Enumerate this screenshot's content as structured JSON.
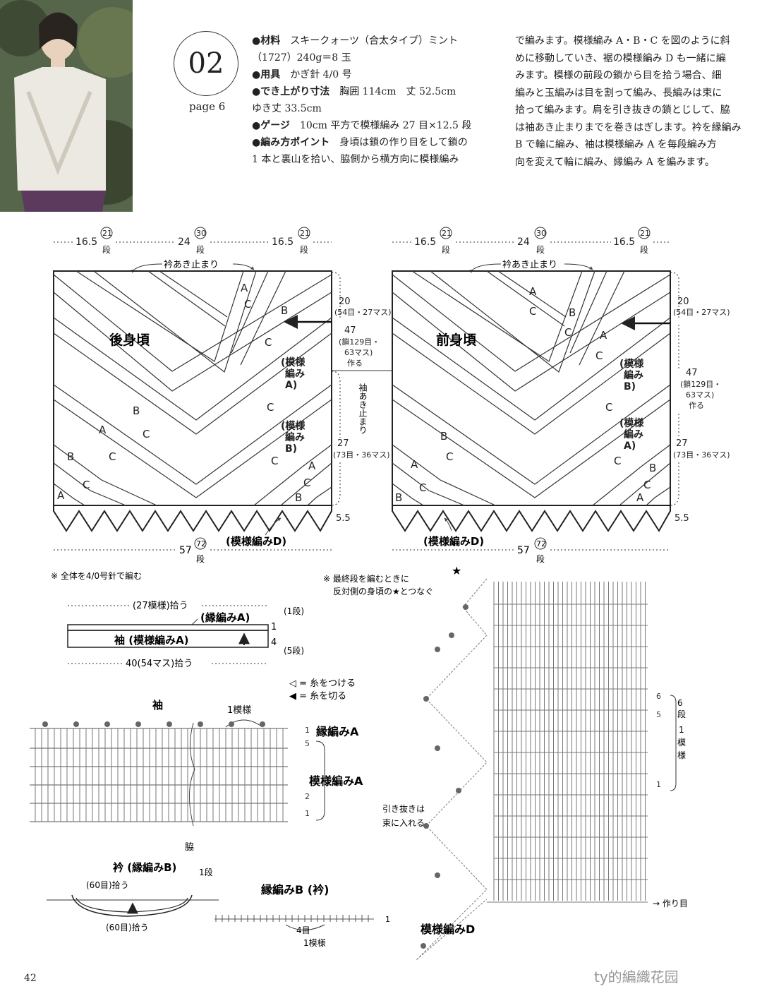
{
  "header": {
    "number": "02",
    "page_ref": "page 6",
    "material_label": "●材料",
    "material_value": "スキークォーツ（合太タイプ）ミント",
    "material_value2": "（1727）240g＝8 玉",
    "tool_label": "●用具",
    "tool_value": "かぎ針 4/0 号",
    "size_label": "●でき上がり寸法",
    "size_value": "胸囲 114cm　丈 52.5cm",
    "size_value2": "ゆき丈 33.5cm",
    "gauge_label": "●ゲージ",
    "gauge_value": "10cm 平方で模様編み 27 目×12.5 段",
    "point_label": "●編み方ポイント",
    "point_value": "身頃は鎖の作り目をして鎖の",
    "point_value2": "1 本と裏山を拾い、脇側から横方向に模様編み",
    "right_lines": [
      "で編みます。模様編み A・B・C を図のように斜",
      "めに移動していき、裾の模様編み D も一緒に編",
      "みます。模様の前段の鎖から目を拾う場合、細",
      "編みと玉編みは目を割って編み、長編みは束に",
      "拾って編みます。肩を引き抜きの鎖とじして、脇",
      "は袖あき止まりまでを巻きはぎします。衿を縁編み",
      "B で輪に編み、袖は模様編み A を毎段編み方",
      "向を変えて輪に編み、縁編み A を編みます。"
    ]
  },
  "body_diagram": {
    "top_dims": [
      "16.5",
      "21",
      "段",
      "24",
      "30",
      "段",
      "16.5",
      "21",
      "段"
    ],
    "neck_label": "衿あき止まり",
    "back_title": "後身頃",
    "front_title": "前身頃",
    "dim_20": "20",
    "dim_20_sub": "(54目・27マス)",
    "dim_47": "47",
    "dim_47_sub1": "(鎖129目・",
    "dim_47_sub2": "63マス)",
    "dim_47_sub3": "作る",
    "dim_27": "27",
    "dim_27_sub": "(73目・36マス)",
    "dim_55": "5.5",
    "sleeve_open": "袖あき止まり",
    "hem_label": "(模様編みD)",
    "bottom_dim": "57",
    "bottom_sub": "72",
    "bottom_dan": "段",
    "pattern_A_back": "(模様編みA)",
    "pattern_B_back": "(模様編みB)",
    "pattern_B_front": "(模様編みB)",
    "pattern_A_front": "(模様編みA)",
    "letters": {
      "A": "A",
      "B": "B",
      "C": "C"
    }
  },
  "notes": {
    "needle_note": "※ 全体を4/0号針で編む",
    "star_note1": "※ 最終段を編むときに",
    "star_note2": "反対側の身頃の★とつなぐ"
  },
  "sleeve": {
    "top_dim": "(27模様)拾う",
    "edge_label": "(縁編みA)",
    "body_label": "袖 (模様編みA)",
    "bottom_dim": "40(54マス)拾う",
    "rows1": "1",
    "rows1_sub": "(1段)",
    "rows4": "4",
    "rows4_sub": "(5段)"
  },
  "legend": {
    "attach": "◁ = 糸をつける",
    "cut": "◀ = 糸を切る"
  },
  "sleeve_chart": {
    "title": "袖",
    "repeat": "1模様",
    "edge": "縁編みA",
    "pattern": "模様編みA",
    "side": "脇",
    "rows": [
      "1",
      "5",
      "2",
      "1"
    ]
  },
  "collar": {
    "title": "衿 (縁編みB)",
    "pick1": "(60目)拾う",
    "pick2": "(60目)拾う",
    "rows": "1段",
    "chart_title": "縁編みB (衿)",
    "chart_row": "1",
    "chart_repeat_n": "4目",
    "chart_repeat": "1模様"
  },
  "hem_chart": {
    "note_slip": "引き抜きは",
    "note_slip2": "束に入れる",
    "title": "模様編みD",
    "foundation": "→ 作り目",
    "rows": [
      "6",
      "5",
      "1"
    ],
    "repeat": "6段1模様"
  },
  "footer": {
    "page_number": "42",
    "watermark": "ty的編織花园"
  }
}
